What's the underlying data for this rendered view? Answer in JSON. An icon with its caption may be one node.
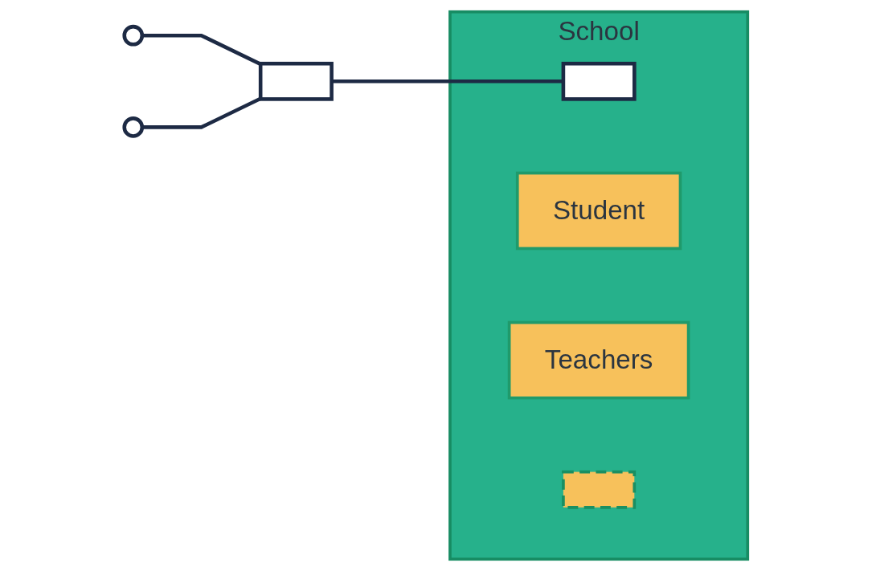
{
  "diagram": {
    "nodes": [
      {
        "text": [
          "School"
        ]
      },
      {
        "text": [],
        "shape": "box",
        "in": 0
      },
      {
        "text": [
          "Student"
        ],
        "in": 0
      },
      {
        "text": [
          "Teachers"
        ],
        "in": 0
      },
      {
        "text": [],
        "shape": "box",
        "in": 0
      },
      {
        "text": [],
        "shape": "circle"
      },
      {
        "text": [],
        "shape": "box"
      },
      {
        "text": [],
        "shape": "circle"
      }
    ],
    "edges": [
      {
        "from": 5,
        "to": 6,
        "arrow": "none"
      },
      {
        "from": 7,
        "to": 6,
        "arrow": "none"
      },
      {
        "from": 6,
        "to": 1,
        "arrow": "none"
      }
    ]
  }
}
